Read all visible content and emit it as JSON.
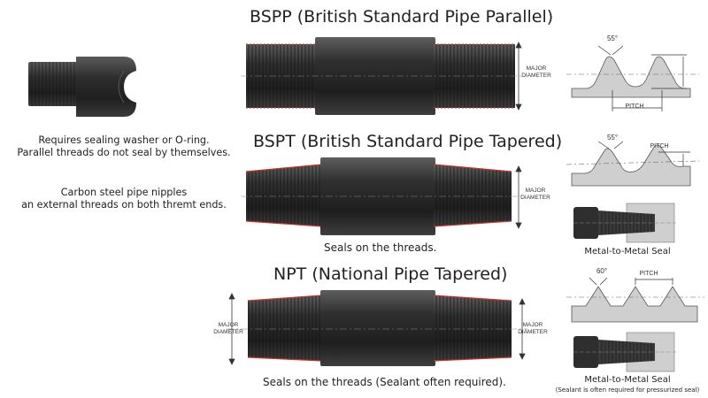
{
  "titles": {
    "bspp": "BSPP (British Standard Pipe Parallel)",
    "bspt": "BSPT (British Standard Pipe Tapered)",
    "npt": "NPT (National Pipe Tapered)"
  },
  "notes": {
    "washer_line1": "Requires sealing washer or O-ring.",
    "washer_line2": "Parallel threads do not seal by themselves.",
    "nipple_line1": "Carbon steel pipe nipples",
    "nipple_line2": "an external threads on both thremt ends."
  },
  "captions": {
    "bspt_seal": "Seals on the threads.",
    "npt_seal": "Seals on the threads (Sealant often required).",
    "metal_seal_1": "Metal-to-Metal Seal",
    "metal_seal_2": "Metal-to-Metal Seal",
    "sealant_note": "(Sealant is often required for pressurized seal)"
  },
  "dimensions": {
    "major_diameter_1": "MAJOR DIAMETER",
    "major_diameter_2": "MAJOR DIAMETER",
    "major_diameter_3_left": "MAJOR DIAMETER",
    "major_diameter_3_right": "MAJOR DIAMETER",
    "angle_bspp": "55°",
    "angle_bspt": "55°",
    "angle_npt": "60°",
    "pitch_bspp": "PITCH",
    "pitch_bspt": "PITCH",
    "pitch_npt": "PITCH"
  },
  "colors": {
    "pipe_dark": "#2b2b2b",
    "pipe_mid": "#4a4a4a",
    "pipe_light": "#6a6a6a",
    "thread_red": "#c8322a",
    "profile_fill": "#cfcfcf",
    "dim_line": "#333333"
  }
}
